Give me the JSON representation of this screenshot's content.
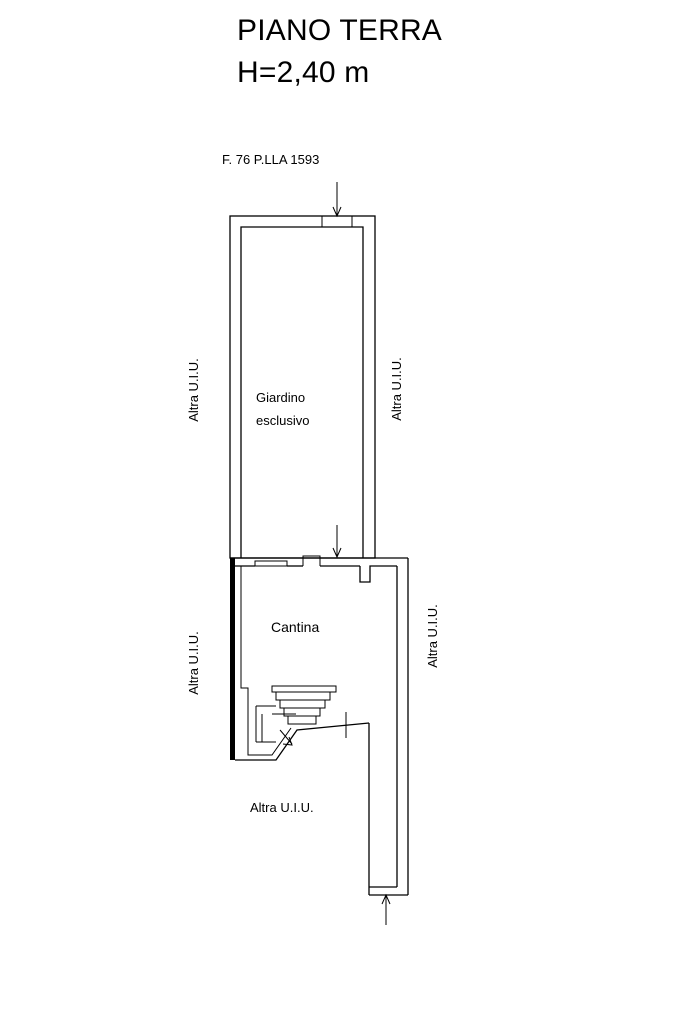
{
  "title": "PIANO TERRA",
  "height_label": "H=2,40 m",
  "parcel_label": "F. 76 P.LLA 1593",
  "rooms": {
    "garden_line1": "Giardino",
    "garden_line2": "esclusivo",
    "cellar": "Cantina"
  },
  "neighbors": {
    "left_top": "Altra U.I.U.",
    "right_top": "Altra U.I.U.",
    "left_bottom": "Altra U.I.U.",
    "right_bottom": "Altra U.I.U.",
    "bottom": "Altra U.I.U."
  }
}
